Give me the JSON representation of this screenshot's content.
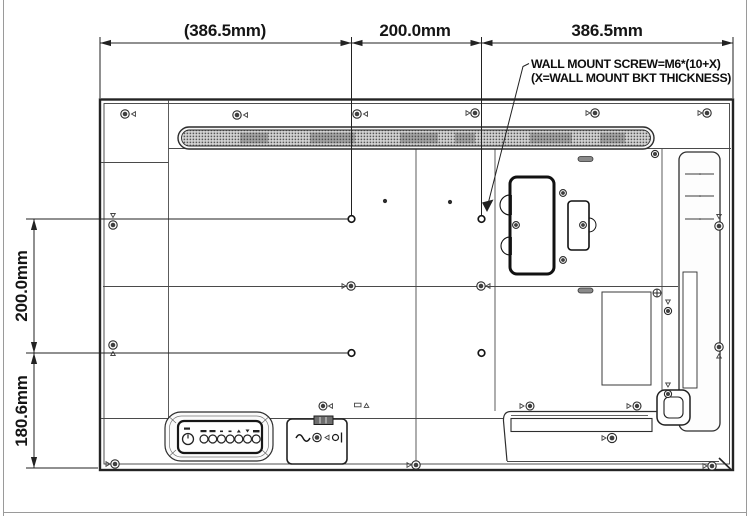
{
  "dimensions": {
    "top_left": "(386.5mm)",
    "top_middle": "200.0mm",
    "top_right": "386.5mm",
    "side_upper": "200.0mm",
    "side_lower": "180.6mm"
  },
  "annotation": {
    "line1": "WALL MOUNT SCREW=M6*(10+X)",
    "line2": "(X=WALL MOUNT BKT THICKNESS)"
  },
  "colors": {
    "line": "#242424",
    "background": "#ffffff",
    "mesh": "#565656"
  },
  "components": {
    "vesa_holes": 4,
    "keypad_small_buttons": 7,
    "keypad_has_power_button": true,
    "power_inlet_symbol": "~"
  }
}
